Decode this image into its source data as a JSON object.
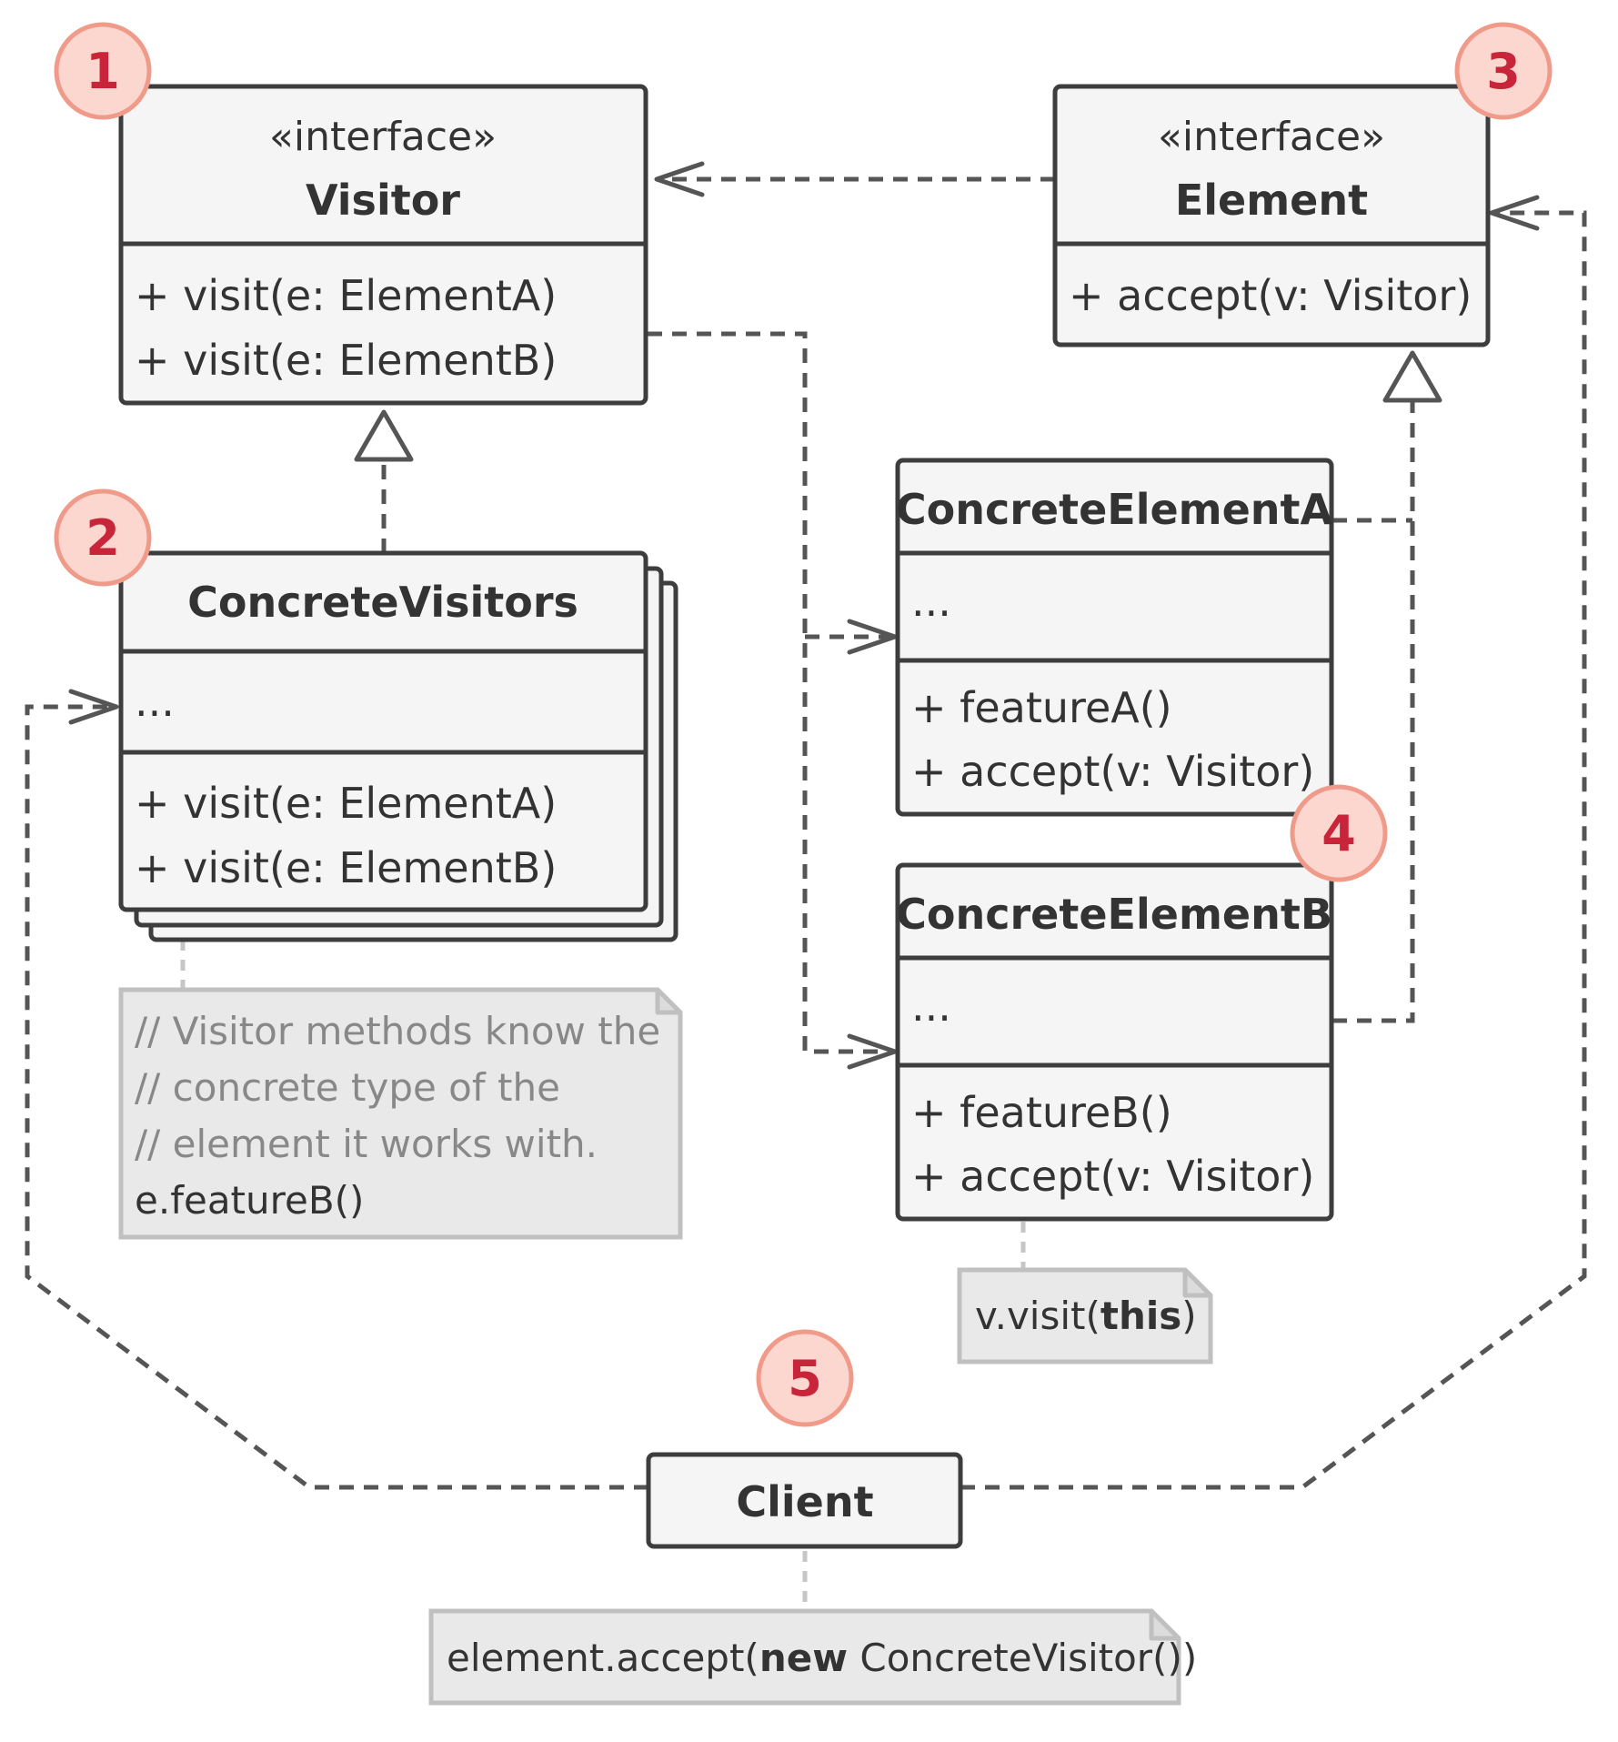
{
  "visitor": {
    "stereotype": "«interface»",
    "name": "Visitor",
    "methods": [
      "+ visit(e: ElementA)",
      "+ visit(e: ElementB)"
    ]
  },
  "element": {
    "stereotype": "«interface»",
    "name": "Element",
    "methods": [
      "+ accept(v: Visitor)"
    ]
  },
  "concrete_visitors": {
    "name": "ConcreteVisitors",
    "fields": "...",
    "methods": [
      "+ visit(e: ElementA)",
      "+ visit(e: ElementB)"
    ]
  },
  "concrete_element_a": {
    "name": "ConcreteElementA",
    "fields": "...",
    "methods": [
      "+ featureA()",
      "+ accept(v: Visitor)"
    ]
  },
  "concrete_element_b": {
    "name": "ConcreteElementB",
    "fields": "...",
    "methods": [
      "+ featureB()",
      "+ accept(v: Visitor)"
    ]
  },
  "client": {
    "name": "Client"
  },
  "notes": {
    "visitor_note": {
      "comments": [
        "// Visitor methods know the",
        "// concrete type of the",
        "// element it works with."
      ],
      "code": "e.featureB()"
    },
    "element_note": {
      "prefix": "v.visit(",
      "keyword": "this",
      "suffix": ")"
    },
    "client_note": {
      "prefix": "element.accept(",
      "keyword": "new",
      "suffix": " ConcreteVisitor())"
    }
  },
  "badges": [
    "1",
    "2",
    "3",
    "4",
    "5"
  ]
}
